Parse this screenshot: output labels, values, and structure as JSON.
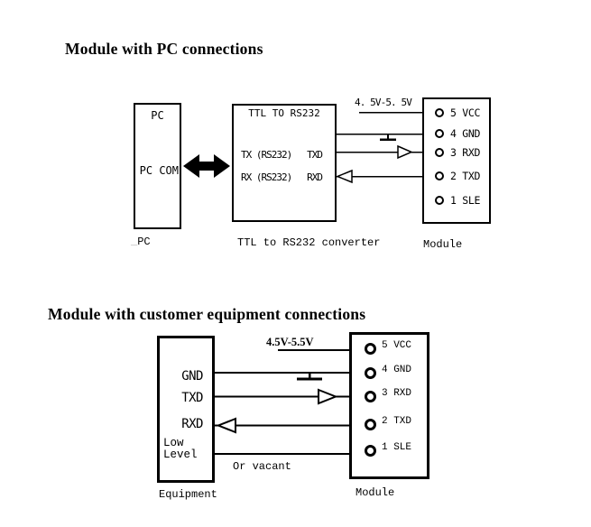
{
  "colors": {
    "line": "#000000",
    "background": "#ffffff",
    "caption_dash": "#aaaaaa"
  },
  "top_section": {
    "title": "Module with PC connections",
    "pc_box": {
      "top_label": "PC",
      "port_label": "PC COM",
      "caption_dash": "_",
      "caption": "PC"
    },
    "converter_box": {
      "title": "TTL TO RS232",
      "rows": [
        {
          "left": "TX (RS232)",
          "right": "TXD"
        },
        {
          "left": "RX (RS232)",
          "right": "RXD"
        }
      ],
      "caption": "TTL to RS232 converter"
    },
    "voltage_label": "4. 5V-5. 5V",
    "module_box": {
      "pins": [
        "5 VCC",
        "4 GND",
        "3 RXD",
        "2 TXD",
        "1 SLE"
      ],
      "caption": "Module"
    }
  },
  "bottom_section": {
    "title": "Module with customer equipment connections",
    "equipment_box": {
      "signals": [
        "GND",
        "TXD",
        "RXD"
      ],
      "note": [
        "Low",
        "Level"
      ],
      "caption": "Equipment"
    },
    "voltage_label": "4.5V-5.5V",
    "vacant_label": "Or vacant",
    "module_box": {
      "pins": [
        "5 VCC",
        "4 GND",
        "3 RXD",
        "2 TXD",
        "1 SLE"
      ],
      "caption": "Module"
    }
  }
}
